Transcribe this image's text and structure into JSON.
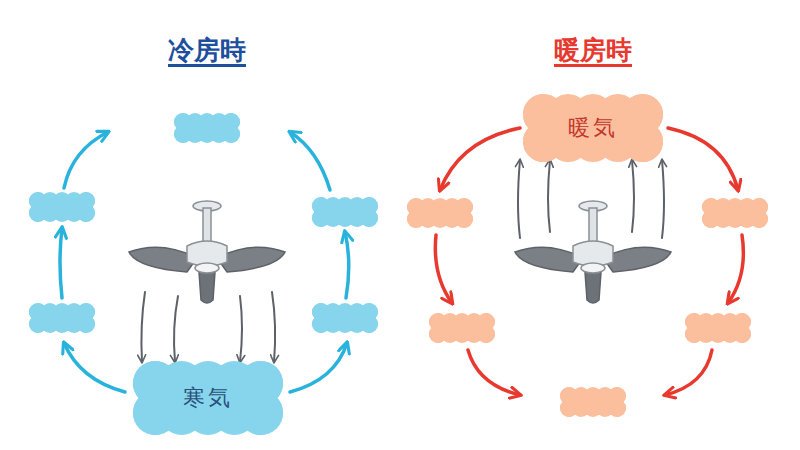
{
  "diagram": {
    "nodes": [
      {
        "text": [
          "寒気"
        ]
      },
      {
        "text": [
          "暖気"
        ]
      }
    ],
    "labels": [
      "冷房時",
      "暖房時"
    ]
  }
}
